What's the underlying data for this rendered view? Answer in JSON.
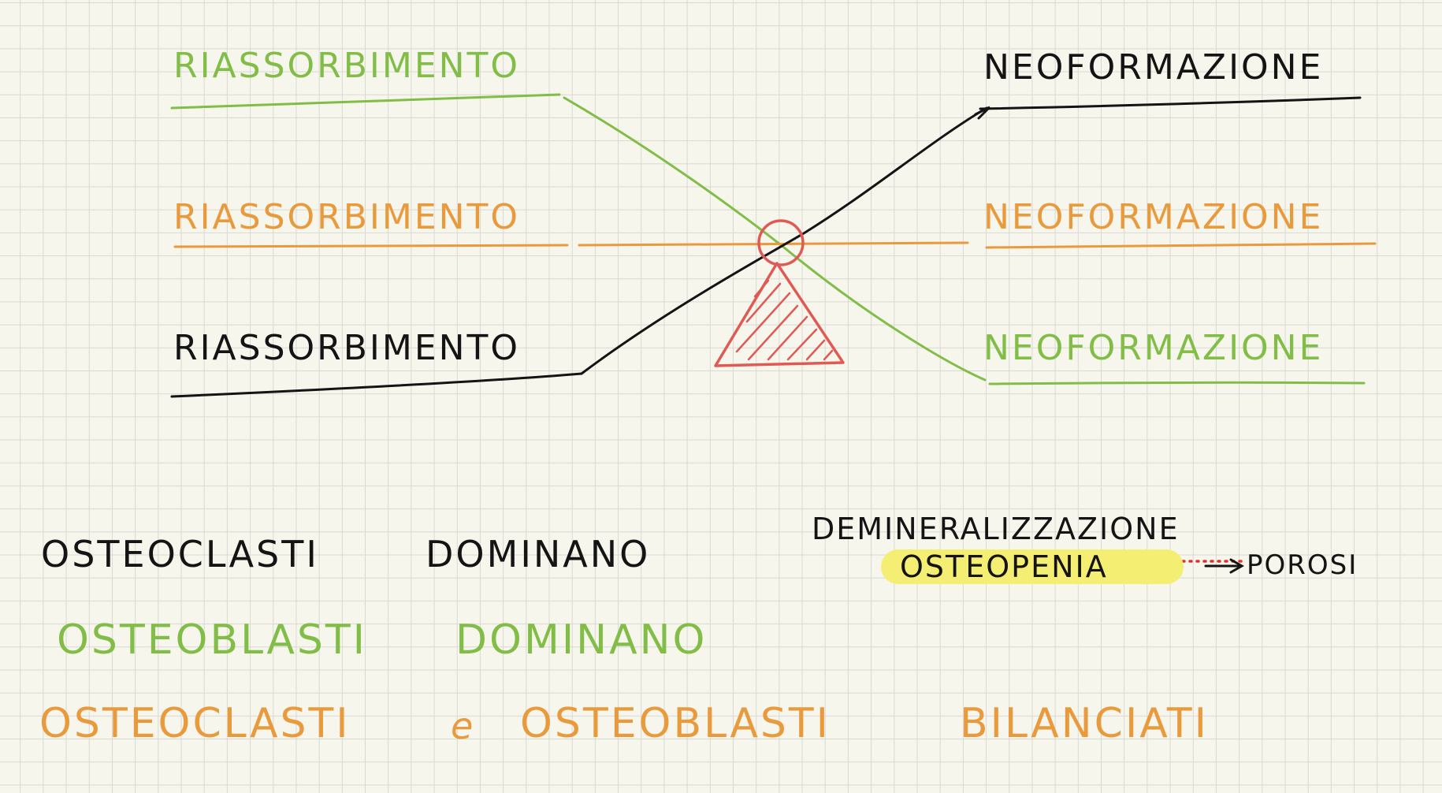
{
  "left_labels": [
    {
      "text": "RIASSORBIMENTO",
      "color": "#82bd48"
    },
    {
      "text": "RIASSORBIMENTO",
      "color": "#e89a3c"
    },
    {
      "text": "RIASSORBIMENTO",
      "color": "#141414"
    }
  ],
  "right_labels": [
    {
      "text": "NEOFORMAZIONE",
      "color": "#141414"
    },
    {
      "text": "NEOFORMAZIONE",
      "color": "#e89a3c"
    },
    {
      "text": "NEOFORMAZIONE",
      "color": "#82bd48"
    }
  ],
  "notes": {
    "osteoclasti_dominano": [
      "OSTEOCLASTI",
      "DOMINANO"
    ],
    "osteoblasti_dominano": [
      "OSTEOBLASTI",
      "DOMINANO"
    ],
    "bilanciati": [
      "OSTEOCLASTI",
      "e",
      "OSTEOBLASTI",
      "BILANCIATI"
    ]
  },
  "demineralizzazione": {
    "title": "DEMINERALIZZAZIONE",
    "highlighted": "OSTEOPENIA",
    "arrow_target": "POROSI"
  },
  "colors": {
    "background": "#f7f6ec",
    "grid": "#d9d9d4",
    "green": "#82bd48",
    "orange": "#e89a3c",
    "black": "#141414",
    "fulcrum_red": "#e05a55",
    "highlight_yellow": "#f4ef72",
    "dotted_red": "#e03030"
  }
}
